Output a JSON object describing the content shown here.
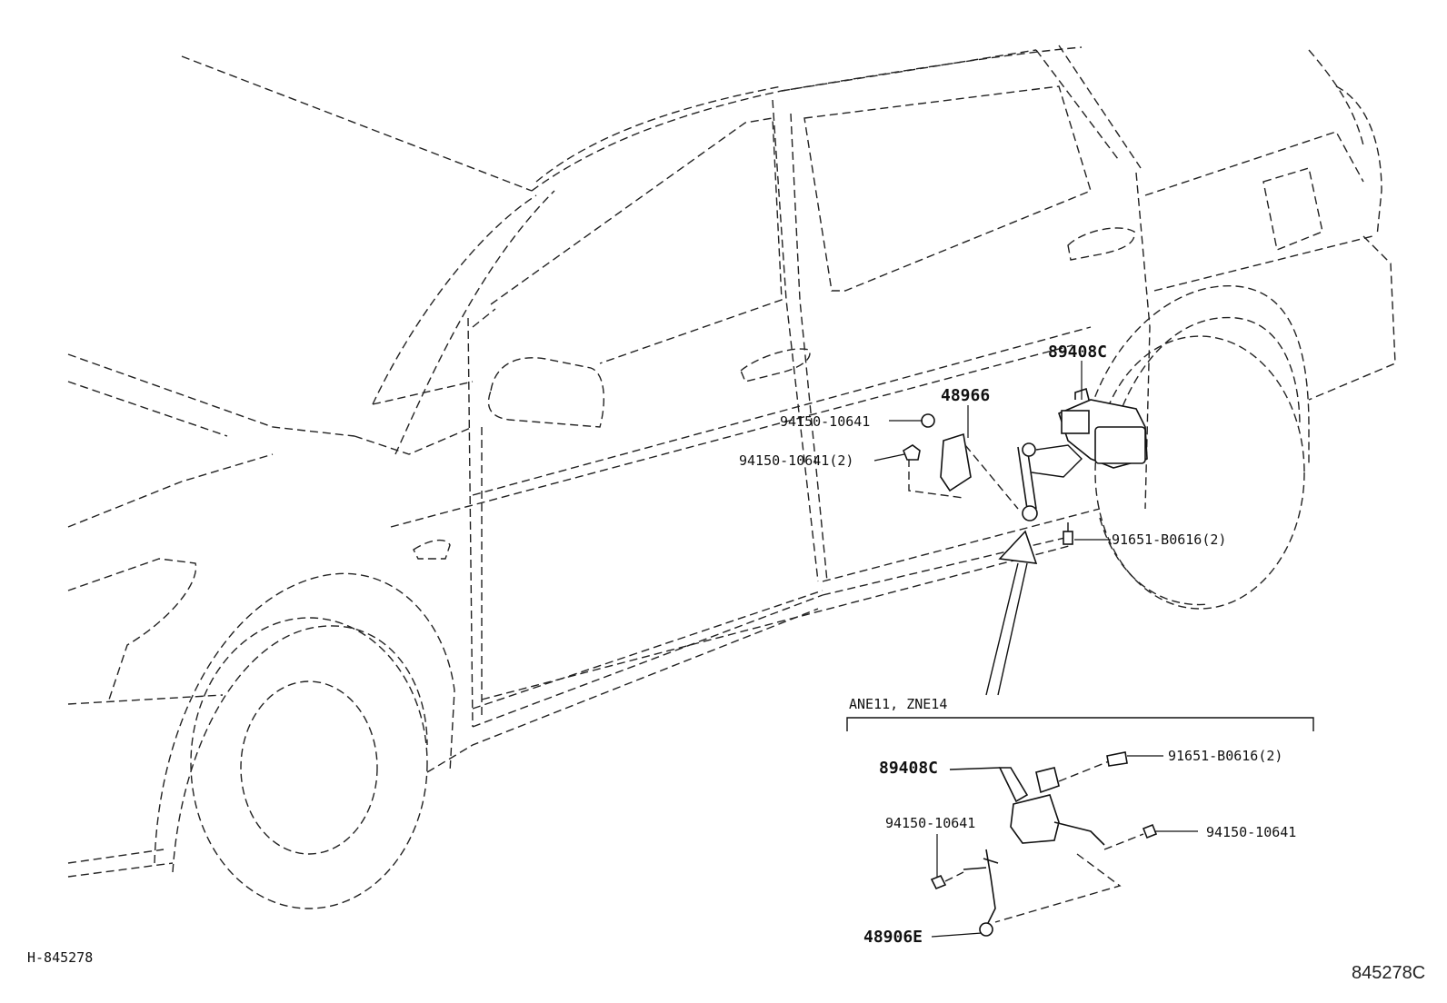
{
  "labels": {
    "p_89408C_main": "89408C",
    "p_48966": "48966",
    "p_94150_a": "94150-10641",
    "p_94150_b": "94150-10641(2)",
    "p_91651_main": "91651-B0616(2)",
    "variant_header": "ANE11, ZNE14",
    "p_89408C_inset": "89408C",
    "p_91651_inset": "91651-B0616(2)",
    "p_94150_inset_left": "94150-10641",
    "p_94150_inset_right": "94150-10641",
    "p_48906E": "48906E",
    "ref_left": "H-845278",
    "ref_right": "845278C"
  },
  "icons": [
    "nut-icon",
    "bolt-icon",
    "sensor-icon",
    "link-rod-icon",
    "bracket-icon"
  ]
}
